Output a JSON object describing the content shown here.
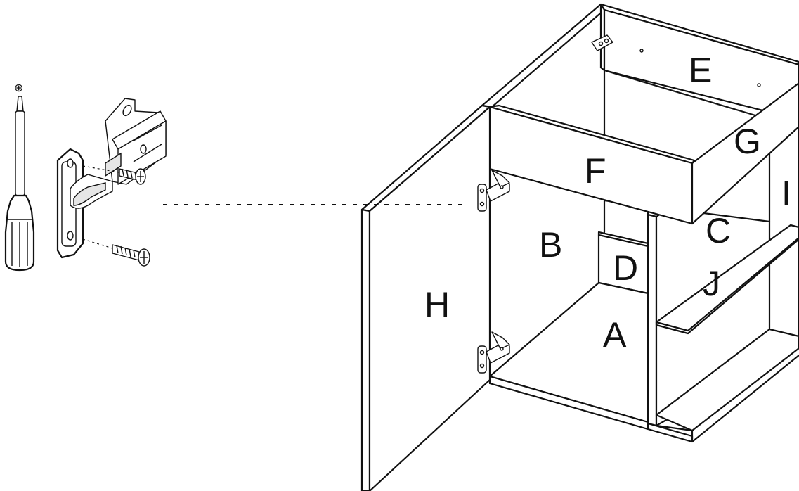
{
  "parts": {
    "A": "A",
    "B": "B",
    "C": "C",
    "D": "D",
    "E": "E",
    "F": "F",
    "G": "G",
    "H": "H",
    "I": "I",
    "J": "J"
  },
  "tool": {
    "bit_symbol": "⊕"
  }
}
